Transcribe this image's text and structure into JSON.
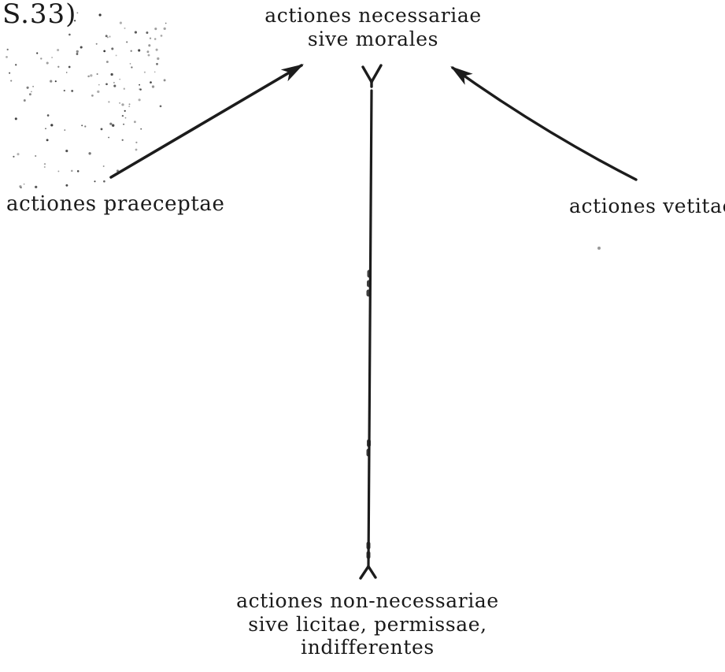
{
  "page": {
    "marginalia": "S.33)",
    "background": "#ffffff",
    "ink": "#1a1a1a"
  },
  "nodes": {
    "top": {
      "line1": "actiones necessariae",
      "line2": "sive morales"
    },
    "left": {
      "line1": "actiones praeceptae"
    },
    "right": {
      "line1": "actiones vetitae"
    },
    "bottom": {
      "line1": "actiones non-necessariae",
      "line2": "sive licitae, permissae,",
      "line3": "indifferentes"
    }
  },
  "edges": [
    {
      "from": "actiones praeceptae",
      "to": "actiones necessariae sive morales",
      "arrowhead": "filled-dart",
      "direction": "up-right"
    },
    {
      "from": "actiones vetitae",
      "to": "actiones necessariae sive morales",
      "arrowhead": "filled-dart",
      "direction": "up-left"
    },
    {
      "from": "actiones non-necessariae sive licitae, permissae, indifferentes",
      "to": "actiones necessariae sive morales",
      "arrowhead": "open-fork-both-ends",
      "direction": "vertical"
    }
  ]
}
